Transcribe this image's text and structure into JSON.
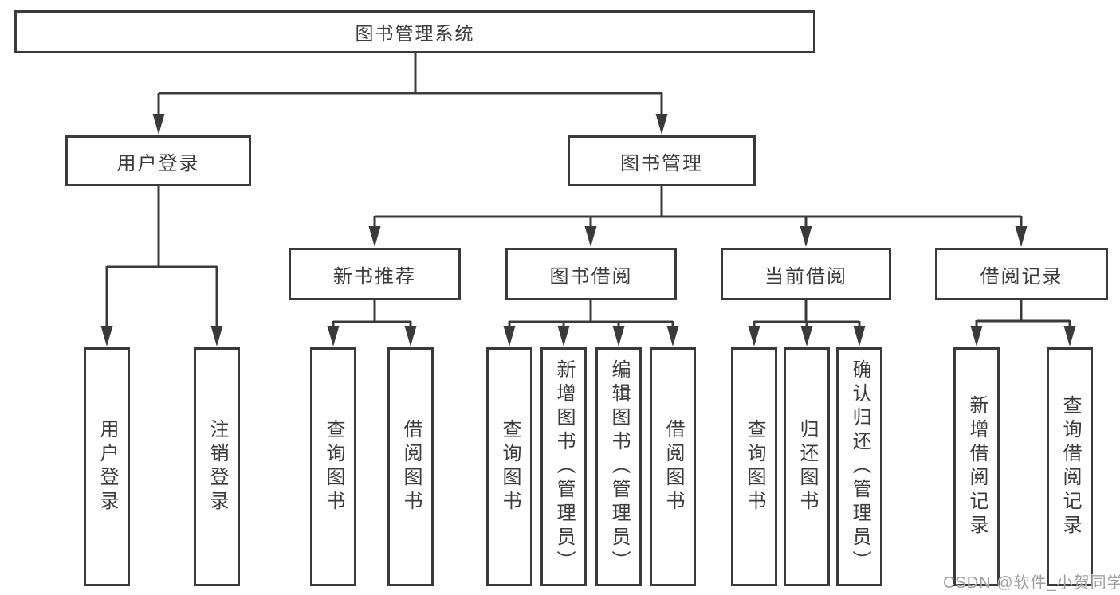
{
  "diagram": {
    "title": {
      "label": "图书管理系统"
    },
    "level2": [
      {
        "label": "用户登录"
      },
      {
        "label": "图书管理"
      }
    ],
    "level3": [
      {
        "label": "新书推荐"
      },
      {
        "label": "图书借阅"
      },
      {
        "label": "当前借阅"
      },
      {
        "label": "借阅记录"
      }
    ],
    "leaves": [
      {
        "label": "用户登录"
      },
      {
        "label": "注销登录"
      },
      {
        "label": "查询图书"
      },
      {
        "label": "借阅图书"
      },
      {
        "label": "查询图书"
      },
      {
        "label": "新增图书（管理员）"
      },
      {
        "label": "编辑图书（管理员）"
      },
      {
        "label": "借阅图书"
      },
      {
        "label": "查询图书"
      },
      {
        "label": "归还图书"
      },
      {
        "label": "确认归还（管理员）"
      },
      {
        "label": "新增借阅记录"
      },
      {
        "label": "查询借阅记录"
      }
    ],
    "watermark": {
      "label": "CSDN @软件_小贺同学"
    },
    "colors": {
      "line": "#3a3a3a",
      "box_background": "#ffffff",
      "text": "#3c3c3c",
      "watermark": "#a0a0a0"
    }
  }
}
